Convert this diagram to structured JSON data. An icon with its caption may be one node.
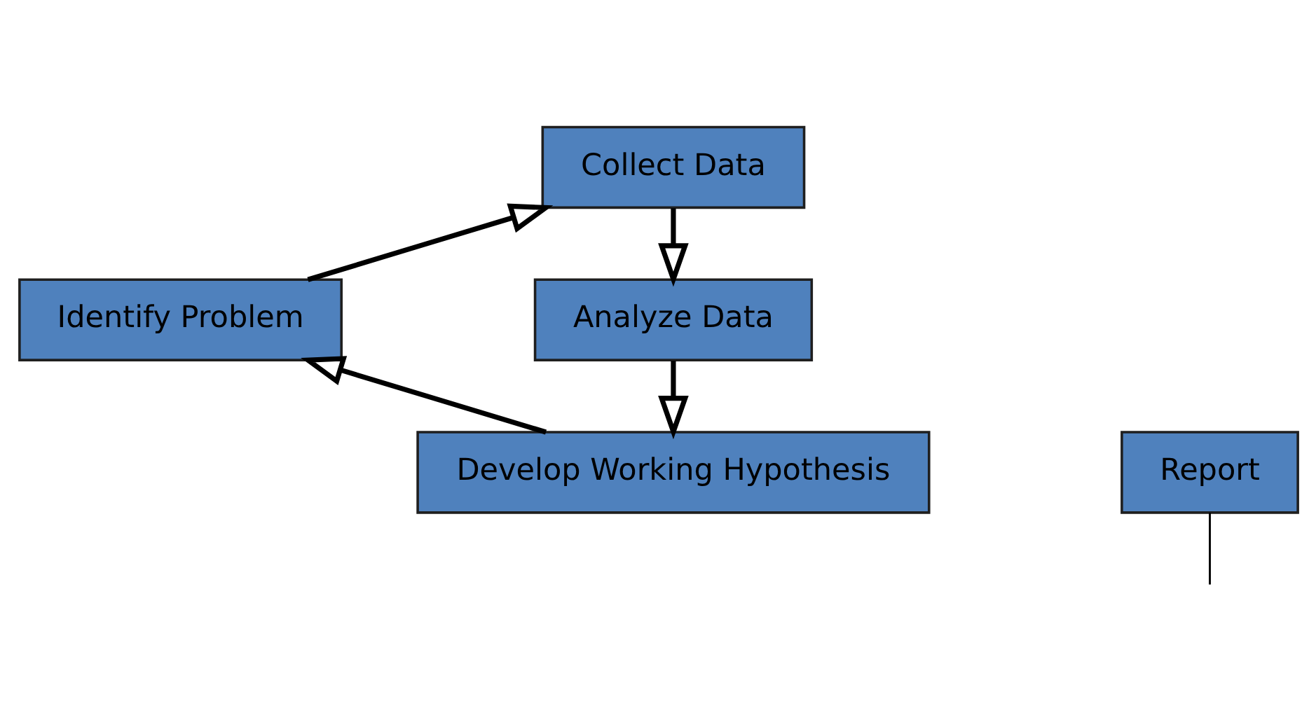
{
  "diagram": {
    "nodes": [
      {
        "text": [
          "Identify Problem"
        ]
      },
      {
        "text": [
          "Collect Data"
        ]
      },
      {
        "text": [
          "Analyze Data"
        ]
      },
      {
        "text": [
          "Develop Working Hypothesis"
        ]
      },
      {
        "text": [
          "Report"
        ]
      }
    ],
    "edges": [
      {
        "from": 0,
        "to": 1,
        "arrow": "to"
      },
      {
        "from": 1,
        "to": 2,
        "arrow": "to"
      },
      {
        "from": 2,
        "to": 3,
        "arrow": "to"
      },
      {
        "from": 3,
        "to": 0,
        "arrow": "to"
      },
      {
        "from": 4,
        "to": null,
        "arrow": "none"
      }
    ]
  }
}
